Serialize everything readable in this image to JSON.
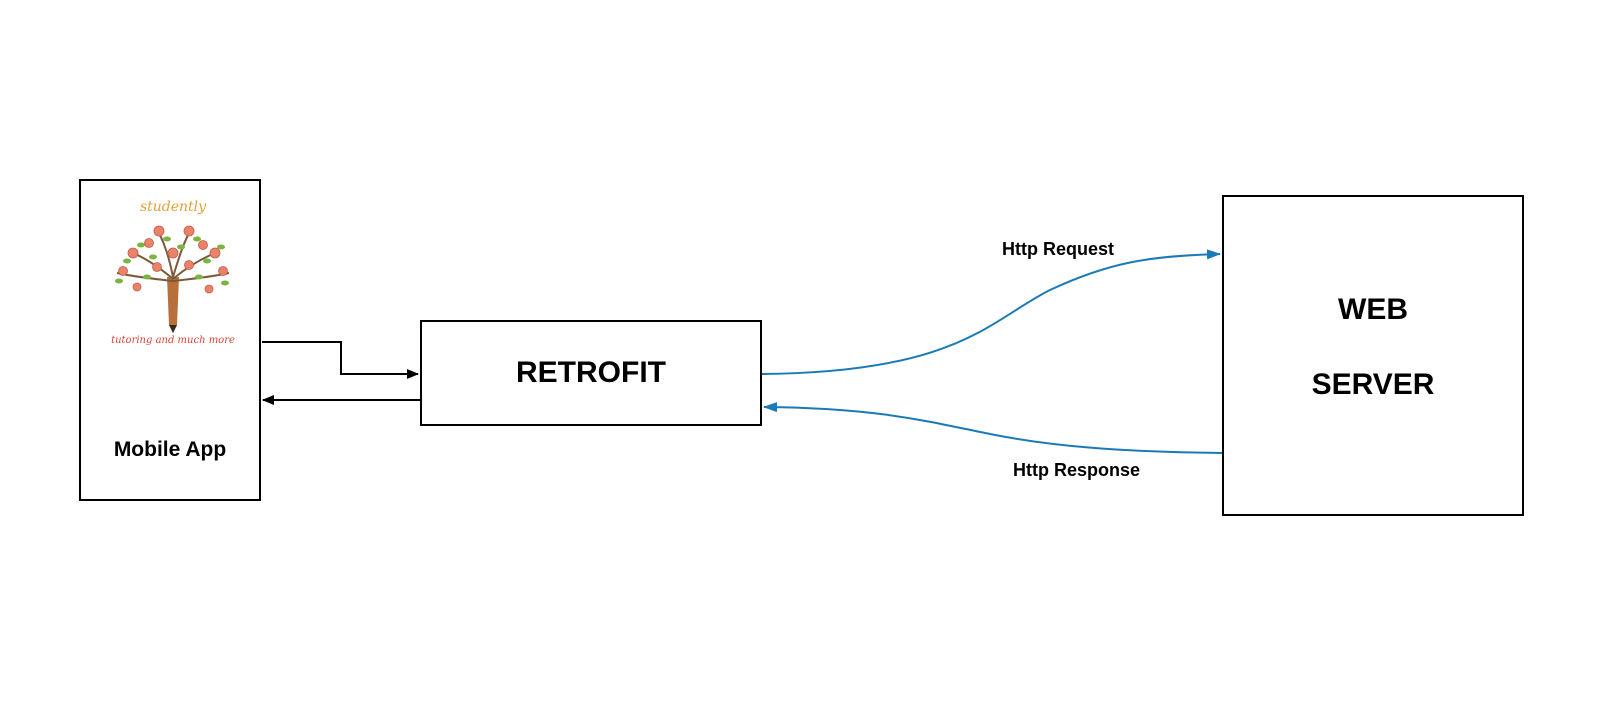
{
  "nodes": {
    "mobile_app": {
      "label": "Mobile App",
      "logo": {
        "brand": "studently",
        "tagline": "tutoring and much more"
      }
    },
    "retrofit": {
      "label": "RETROFIT"
    },
    "web_server": {
      "label_line1": "WEB",
      "label_line2": "SERVER"
    }
  },
  "edges": {
    "request": {
      "label": "Http Request"
    },
    "response": {
      "label": "Http Response"
    }
  },
  "colors": {
    "border": "#000000",
    "connector": "#000000",
    "http_arrow": "#1a7ab8",
    "logo_brand": "#e0a23c",
    "logo_tagline": "#d9453b",
    "logo_fruit": "#e8826a",
    "logo_leaf": "#7cb342",
    "logo_trunk": "#b8703a"
  }
}
